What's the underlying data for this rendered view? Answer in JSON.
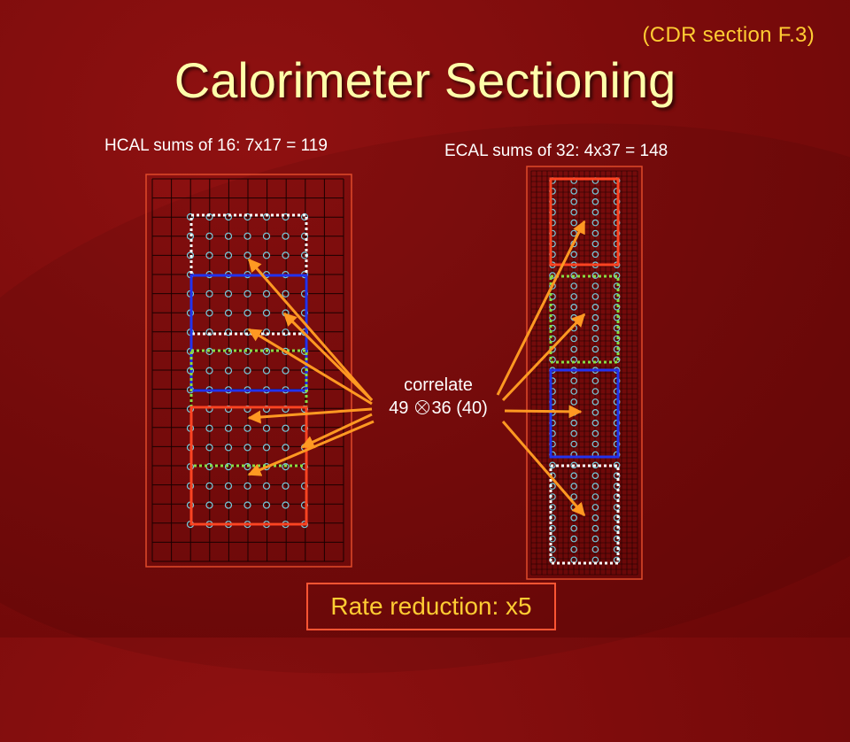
{
  "header": {
    "title": "Calorimeter Sectioning",
    "reference": "(CDR section F.3)"
  },
  "hcal": {
    "label": "HCAL sums of 16:  7x17 = 119"
  },
  "ecal": {
    "label": "ECAL sums of 32:  4x37 = 148"
  },
  "correlation": {
    "line1": "correlate",
    "left_value": "49",
    "right_value": "36 (40)"
  },
  "footer": {
    "rate_reduction": "Rate reduction: x5"
  },
  "colors": {
    "background": "#7a0b0b",
    "title": "#ffffaa",
    "accent": "#ffcc33",
    "arrow": "#ff9922",
    "section_red": "#ff4422",
    "section_blue": "#2233ee",
    "section_white": "#ffffff",
    "section_green": "#88dd44",
    "dot": "#77ccdd"
  }
}
